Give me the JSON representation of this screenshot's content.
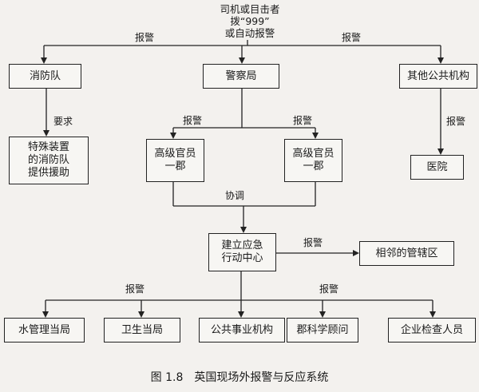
{
  "caller": {
    "line1": "司机或目击者",
    "line2": "拨“999”",
    "line3": "或自动报警"
  },
  "nodes": {
    "fire": "消防队",
    "police": "警察局",
    "other_public": "其他公共机构",
    "special_fire": [
      "特殊装置",
      "的消防队",
      "提供援助"
    ],
    "senior_left": [
      "高级官员",
      "一郡"
    ],
    "senior_right": [
      "高级官员",
      "一郡"
    ],
    "hospital": "医院",
    "command": [
      "建立应急",
      "行动中心"
    ],
    "neighbor": "相邻的管辖区",
    "water": "水管理当局",
    "health": "卫生当局",
    "utilities": "公共事业机构",
    "county_sci": "郡科学顾问",
    "inspector": "企业检查人员"
  },
  "labels": {
    "report_left": "报警",
    "report_right": "报警",
    "require": "要求",
    "report_police_left": "报警",
    "report_police_right": "报警",
    "report_other": "报警",
    "coordinate": "协调",
    "report_neighbor": "报警",
    "report_bottom_left": "报警",
    "report_bottom_right": "报警"
  },
  "caption": "图 1.8　英国现场外报警与反应系统"
}
